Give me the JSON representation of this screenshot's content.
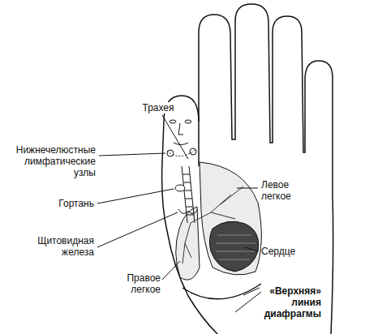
{
  "diagram": {
    "labels": [
      "Трахея",
      "Нижнечелюстные лимфатические узлы",
      "Гортань",
      "Щитовидная железа",
      "Правое легкое",
      "Левое легкое",
      "Сердце",
      "«Верхняя» линия диафрагмы"
    ]
  }
}
